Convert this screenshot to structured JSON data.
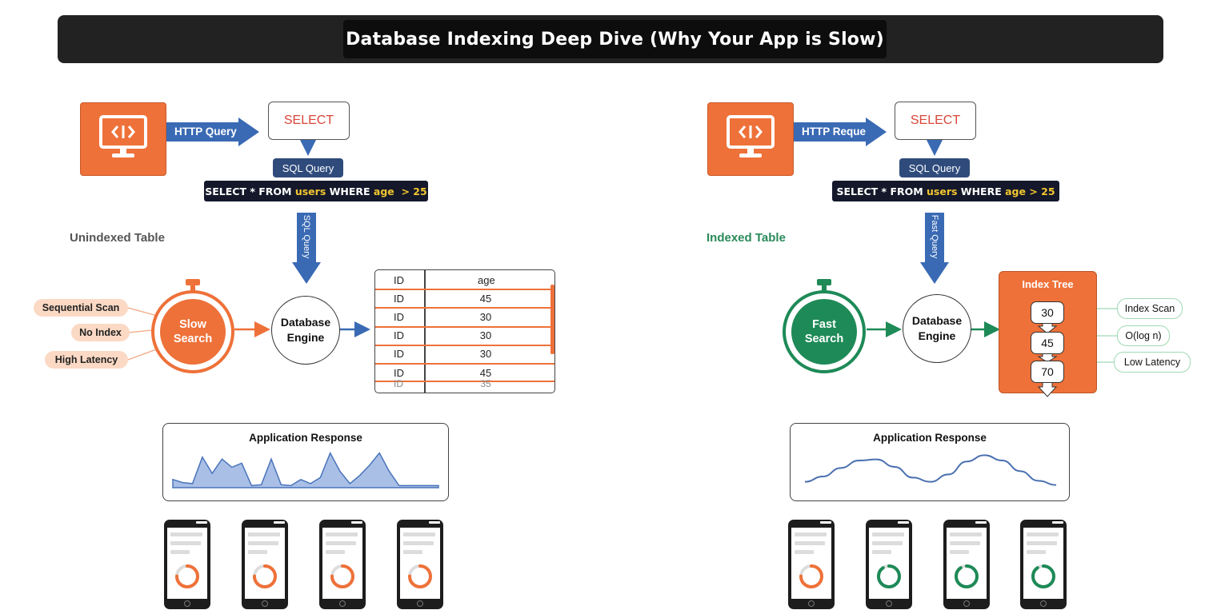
{
  "title": "Database Indexing Deep Dive (Why Your App is Slow)",
  "colors": {
    "accent_orange": "#ee7139",
    "accent_green": "#1e8a57",
    "arrow_blue": "#3a6ab4",
    "dark_bar": "#222222"
  },
  "left": {
    "client_icon": "code-monitor-icon",
    "http_label": "HTTP Query",
    "select_label": "SELECT",
    "sql_pill": "SQL Query",
    "sql_code": {
      "p1": "SELECT * FROM ",
      "p2": "users",
      "p3": " WHERE ",
      "p4": "age  > 25"
    },
    "vertical_arrow_label": "SQL Query",
    "section_label": "Unindexed Table",
    "tags": [
      "Sequential Scan",
      "No Index",
      "High Latency"
    ],
    "search_label_1": "Slow",
    "search_label_2": "Search",
    "engine_1": "Database",
    "engine_2": "Engine",
    "table": {
      "headers": [
        "ID",
        "age"
      ],
      "rows": [
        [
          "ID",
          "45"
        ],
        [
          "ID",
          "30"
        ],
        [
          "ID",
          "30"
        ],
        [
          "ID",
          "30"
        ],
        [
          "ID",
          "45"
        ],
        [
          "ID",
          "35"
        ]
      ]
    },
    "response_title": "Application Response",
    "response_series": [
      8,
      5,
      4,
      30,
      14,
      28,
      20,
      24,
      2,
      3,
      28,
      3,
      2,
      8,
      4,
      10,
      34,
      16,
      4,
      12,
      22,
      34,
      16,
      2,
      2,
      2,
      2,
      2
    ],
    "phone_progress": [
      0.75,
      0.75,
      0.75,
      0.75
    ],
    "phone_colors": [
      "#ee7139",
      "#ee7139",
      "#ee7139",
      "#ee7139"
    ]
  },
  "right": {
    "client_icon": "code-monitor-icon",
    "http_label": "HTTP Reque",
    "select_label": "SELECT",
    "sql_pill": "SQL Query",
    "sql_code": {
      "p1": "SELECT * FROM ",
      "p2": "users",
      "p3": " WHERE ",
      "p4": "age > 25"
    },
    "vertical_arrow_label": "Fast Query",
    "section_label": "Indexed Table",
    "search_label_1": "Fast",
    "search_label_2": "Search",
    "engine_1": "Database",
    "engine_2": "Engine",
    "index_tree_title": "Index Tree",
    "nodes": [
      "30",
      "45",
      "70"
    ],
    "tags": [
      "Index Scan",
      "O(log n)",
      "Low Latency"
    ],
    "response_title": "Application Response",
    "response_series": [
      4,
      9,
      17,
      24,
      25,
      18,
      8,
      4,
      11,
      23,
      29,
      24,
      14,
      5,
      1
    ],
    "phone_progress": [
      0.75,
      0.9,
      0.9,
      0.9
    ],
    "phone_colors": [
      "#ee7139",
      "#1e8a57",
      "#1e8a57",
      "#1e8a57"
    ]
  }
}
